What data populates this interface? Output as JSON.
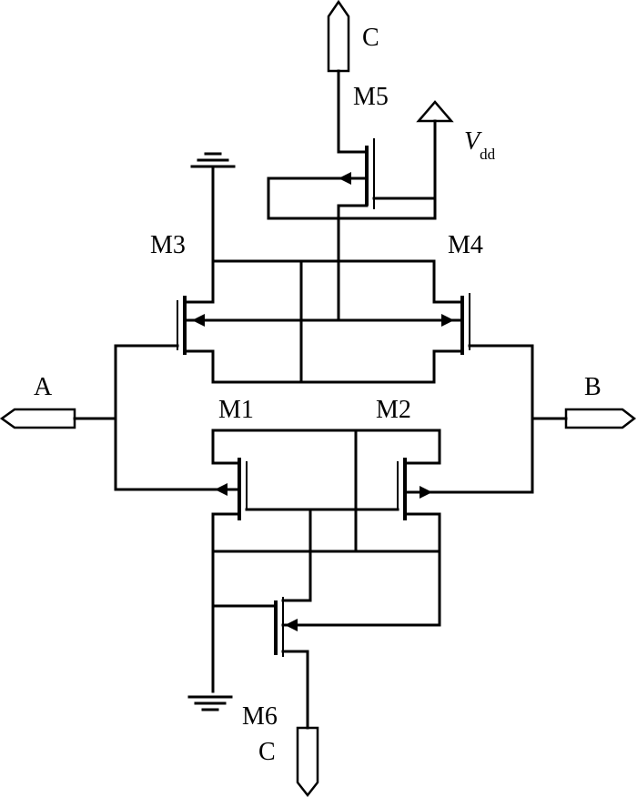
{
  "labels": {
    "top_terminal": "C",
    "bottom_terminal": "C",
    "input_a": "A",
    "input_b": "B",
    "m1": "M1",
    "m2": "M2",
    "m3": "M3",
    "m4": "M4",
    "m5": "M5",
    "m6": "M6",
    "vdd_main": "V",
    "vdd_sub": "dd"
  }
}
